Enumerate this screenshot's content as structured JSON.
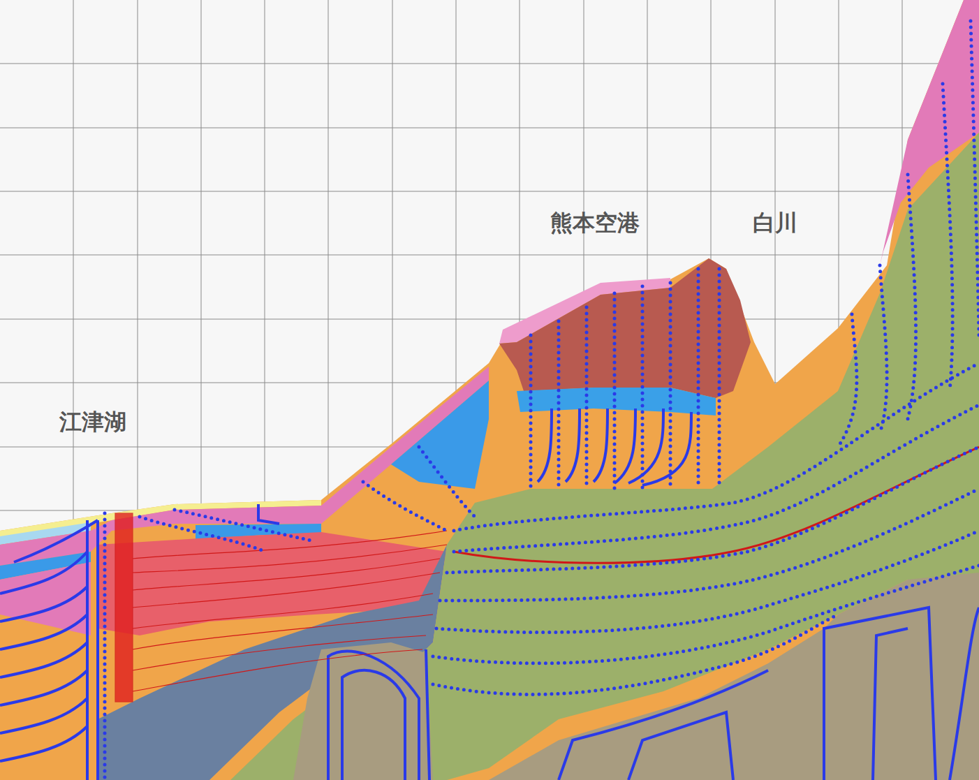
{
  "diagram": {
    "labels": [
      "江津湖",
      "熊本空港",
      "白川"
    ]
  }
}
